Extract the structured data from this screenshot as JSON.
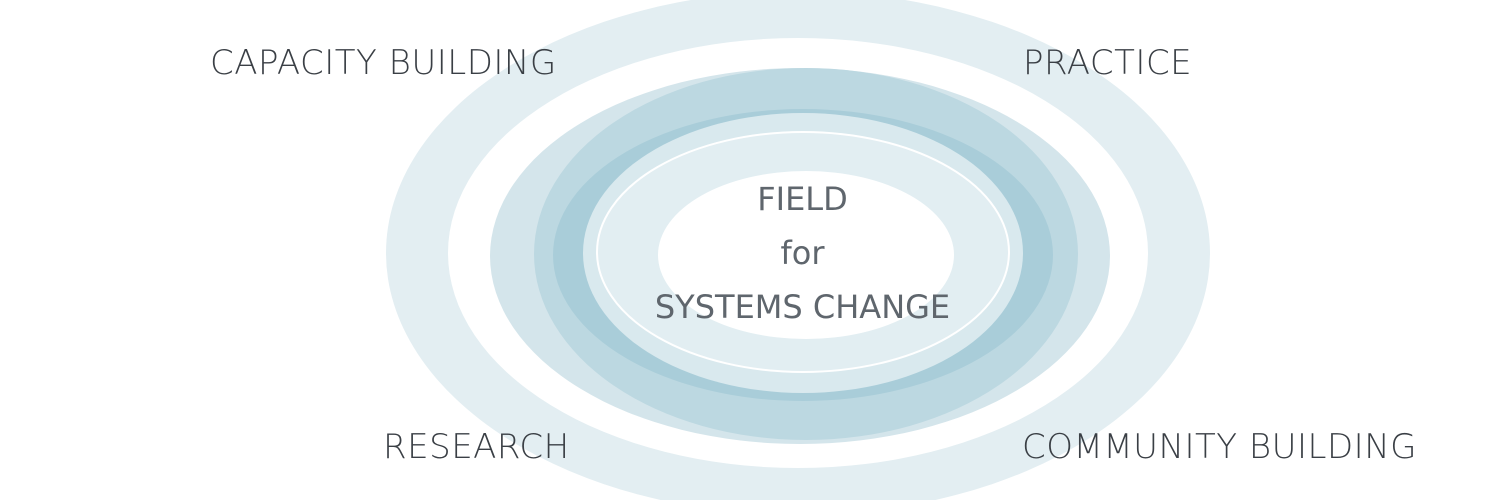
{
  "diagram": {
    "center": {
      "line1": "FIELD",
      "line2": "for",
      "line3": "SYSTEMS CHANGE"
    },
    "corners": {
      "top_left": "CAPACITY BUILDING",
      "top_right": "PRACTICE",
      "bottom_left": "RESEARCH",
      "bottom_right": "COMMUNITY BUILDING"
    },
    "colors": {
      "pale_ring": "#e3eef2",
      "mid_ring": "#cfe2e9",
      "dark_ring": "#b9d7e1",
      "inner_ring": "#a9cdd9",
      "text_dark": "#3a3f45",
      "text_center": "#5f666d"
    }
  }
}
